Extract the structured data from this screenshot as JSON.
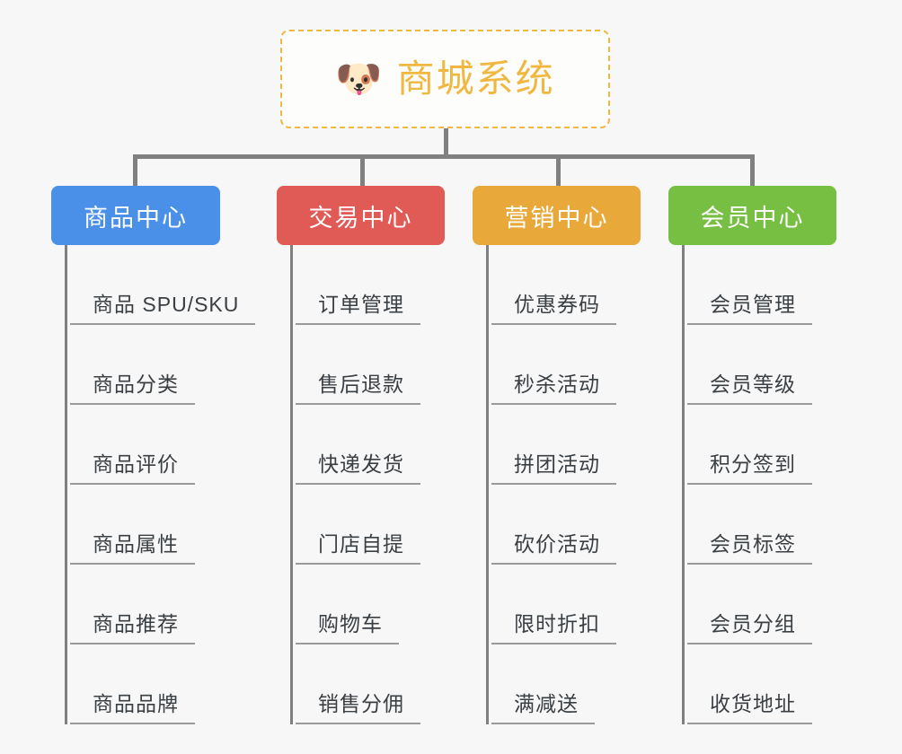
{
  "root": {
    "icon": "dog-face-icon",
    "icon_glyph": "🐶",
    "title": "商城系统",
    "border_color": "#f0b840",
    "text_color": "#f0b840"
  },
  "theme": {
    "background": "#f7f7f7",
    "connector_color": "#808080",
    "leaf_text_color": "#3a3f44",
    "leaf_rule_color": "#9a9a9a"
  },
  "columns": [
    {
      "id": "product-center",
      "header": "商品中心",
      "color": "#4a90e8",
      "items": [
        "商品 SPU/SKU",
        "商品分类",
        "商品评价",
        "商品属性",
        "商品推荐",
        "商品品牌"
      ]
    },
    {
      "id": "trade-center",
      "header": "交易中心",
      "color": "#e05a56",
      "items": [
        "订单管理",
        "售后退款",
        "快递发货",
        "门店自提",
        "购物车",
        "销售分佣"
      ]
    },
    {
      "id": "marketing-center",
      "header": "营销中心",
      "color": "#e9a93a",
      "items": [
        "优惠券码",
        "秒杀活动",
        "拼团活动",
        "砍价活动",
        "限时折扣",
        "满减送"
      ]
    },
    {
      "id": "member-center",
      "header": "会员中心",
      "color": "#77bf43",
      "items": [
        "会员管理",
        "会员等级",
        "积分签到",
        "会员标签",
        "会员分组",
        "收货地址"
      ]
    }
  ]
}
